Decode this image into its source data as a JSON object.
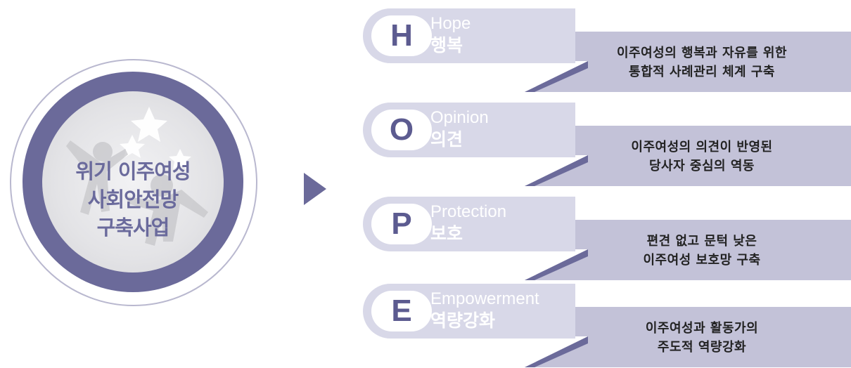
{
  "center": {
    "title_lines": [
      "위기 이주여성",
      "사회안전망",
      "구축사업"
    ]
  },
  "items": [
    {
      "letter": "H",
      "en": "Hope",
      "ko": "행복",
      "desc_lines": [
        "이주여성의 행복과 자유를 위한",
        "통합적 사례관리 체계 구축"
      ]
    },
    {
      "letter": "O",
      "en": "Opinion",
      "ko": "의견",
      "desc_lines": [
        "이주여성의 의견이 반영된",
        "당사자 중심의 역동"
      ]
    },
    {
      "letter": "P",
      "en": "Protection",
      "ko": "보호",
      "desc_lines": [
        "편견 없고 문턱 낮은",
        "이주여성 보호망 구축"
      ]
    },
    {
      "letter": "E",
      "en": "Empowerment",
      "ko": "역량강화",
      "desc_lines": [
        "이주여성과 활동가의",
        "주도적 역량강화"
      ]
    }
  ],
  "colors": {
    "accent": "#6b6a9a",
    "tab": "#d8d8e8",
    "desc_box": "#c3c2d8",
    "fold": "#6b6a9a"
  }
}
